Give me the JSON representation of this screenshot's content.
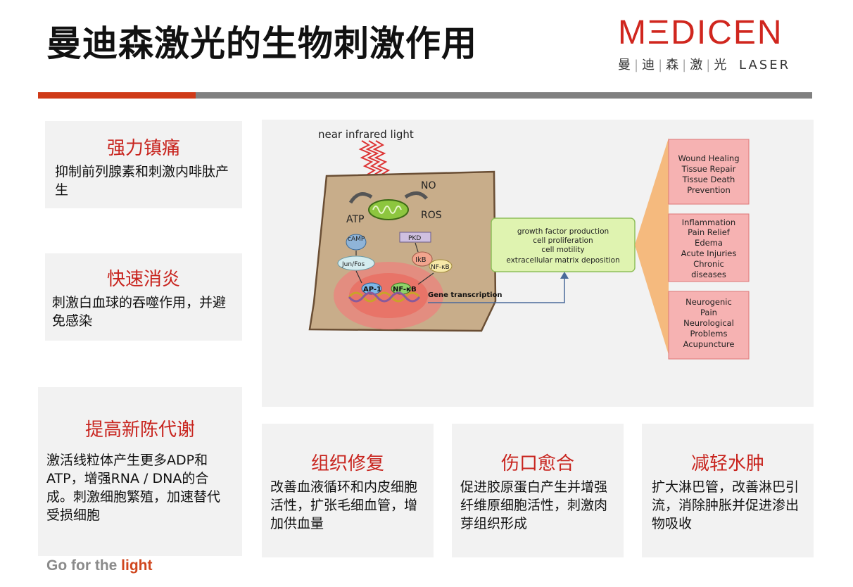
{
  "title": "曼迪森激光的生物刺激作用",
  "logo": {
    "word": "MΞDICEN",
    "sub": [
      "曼",
      "迪",
      "森",
      "激",
      "光"
    ],
    "laser": "LASER"
  },
  "cards": [
    {
      "title": "强力镇痛",
      "body": "抑制前列腺素和刺激内啡肽产生"
    },
    {
      "title": "快速消炎",
      "body": "刺激白血球的吞噬作用，并避免感染"
    },
    {
      "title": "提高新陈代谢",
      "body": "激活线粒体产生更多ADP和ATP，增强RNA / DNA的合成。刺激细胞繁殖，加速替代受损细胞"
    },
    {
      "title": "组织修复",
      "body": "改善血液循环和内皮细胞活性，扩张毛细血管，增加供血量"
    },
    {
      "title": "伤口愈合",
      "body": "促进胶原蛋白产生并增强纤维原细胞活性，刺激肉芽组织形成"
    },
    {
      "title": "减轻水肿",
      "body": "扩大淋巴管，改善淋巴引流，消除肿胀并促进渗出物吸收"
    }
  ],
  "diagram": {
    "light_label": "near infrared light",
    "no": "NO",
    "atp": "ATP",
    "ros": "ROS",
    "camp": "cAMP",
    "pkd": "PKD",
    "ikb": "IkB",
    "nfkb": "NF-κB",
    "junfos": "Jun/Fos",
    "ap1": "AP-1",
    "nfkb2": "NF-κB",
    "gene": "Gene transcription",
    "effects": [
      "growth factor production",
      "cell proliferation",
      "cell motility",
      "extracellular matrix deposition"
    ],
    "box1": [
      "Wound Healing",
      "Tissue Repair",
      "Tissue Death",
      "Prevention"
    ],
    "box2": [
      "Inflammation",
      "Pain Relief",
      "Edema",
      "Acute Injuries",
      "Chronic",
      "diseases"
    ],
    "box3": [
      "Neurogenic",
      "Pain",
      "Neurological",
      "Problems",
      "Acupuncture"
    ]
  },
  "footer": {
    "prefix": "Go for the ",
    "highlight": "light"
  },
  "colors": {
    "accent_red": "#c8241e",
    "bar_red": "#cf3a18",
    "bar_gray": "#808080"
  }
}
